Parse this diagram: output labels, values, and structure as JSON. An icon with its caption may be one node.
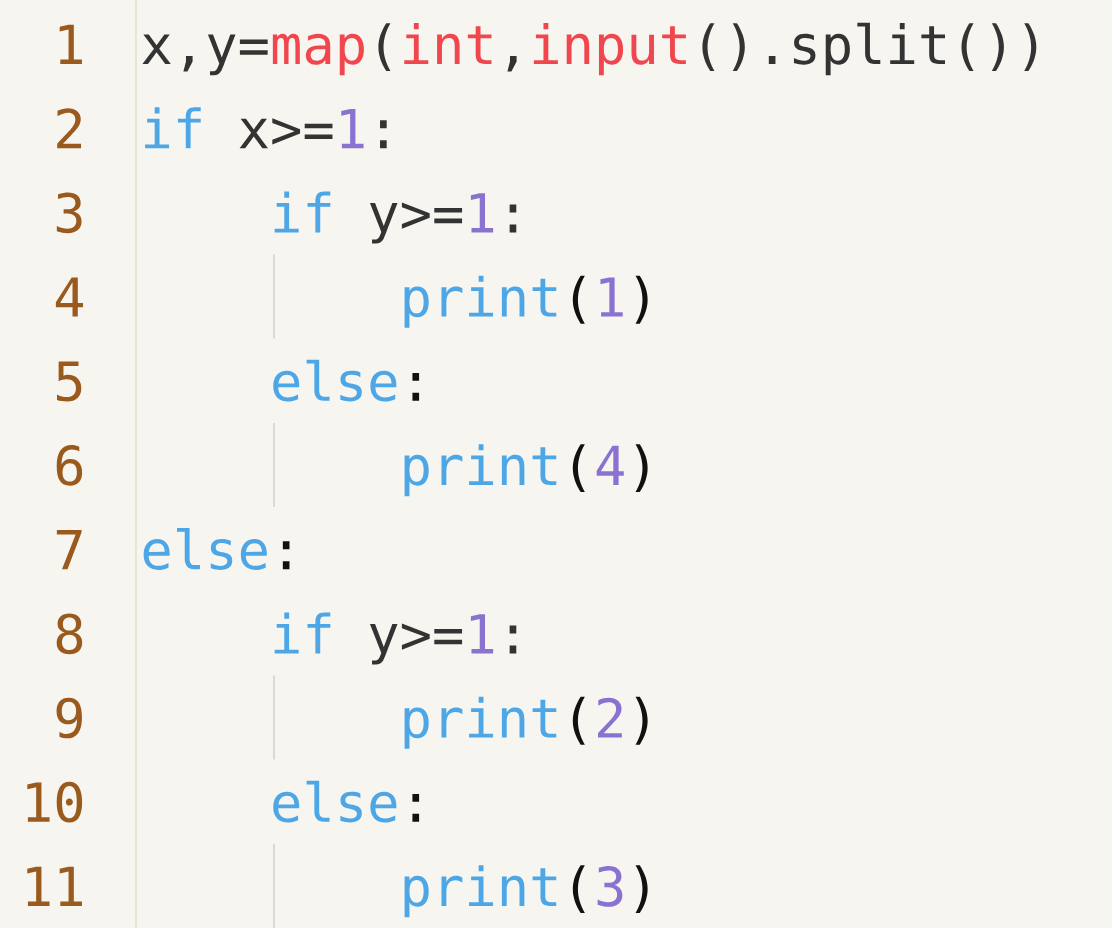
{
  "diagram": {
    "labels": [
      "1",
      "x,y=",
      "map",
      "(",
      "int",
      ",",
      "input",
      "().split())",
      "2",
      "if",
      "x>=",
      "1",
      ":",
      "3",
      "if",
      "y>=",
      "1",
      ":",
      "4",
      "print",
      "(",
      "1",
      ")",
      "5",
      "else",
      ":",
      "6",
      "print",
      "(",
      "4",
      ")",
      "7",
      "else",
      ":",
      "8",
      "if",
      "y>=",
      "1",
      ":",
      "9",
      "print",
      "(",
      "2",
      ")",
      "10",
      "else",
      ":",
      "11",
      "print",
      "(",
      "3",
      ")"
    ]
  }
}
